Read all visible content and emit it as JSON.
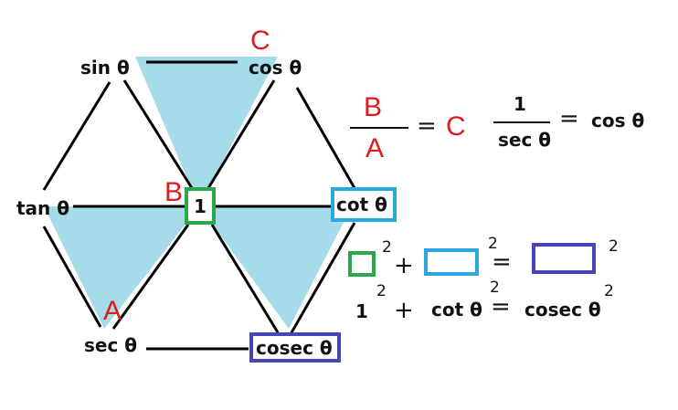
{
  "diagram": {
    "nodes": {
      "sin": "sin θ",
      "cos": "cos θ",
      "tan": "tan θ",
      "one": "1",
      "cot": "cot θ",
      "sec": "sec θ",
      "cosec": "cosec θ"
    },
    "letters": {
      "a": "A",
      "b": "B",
      "c": "C"
    }
  },
  "formulas": {
    "quotient": {
      "numerator": "B",
      "denominator": "A",
      "equals": "=",
      "result": "C",
      "example_numerator": "1",
      "example_denominator": "sec θ",
      "example_equals": "=",
      "example_result": "cos θ"
    },
    "pythagorean": {
      "exponent": "2",
      "plus": "+",
      "equals": "=",
      "term1": "1",
      "term2": "cot θ",
      "term3": "cosec θ"
    }
  },
  "colors": {
    "fill": "#a6dbea",
    "green": "#2aa84a",
    "cyan": "#2aa7df",
    "indigo": "#4646b8",
    "red": "#e01b1b"
  }
}
